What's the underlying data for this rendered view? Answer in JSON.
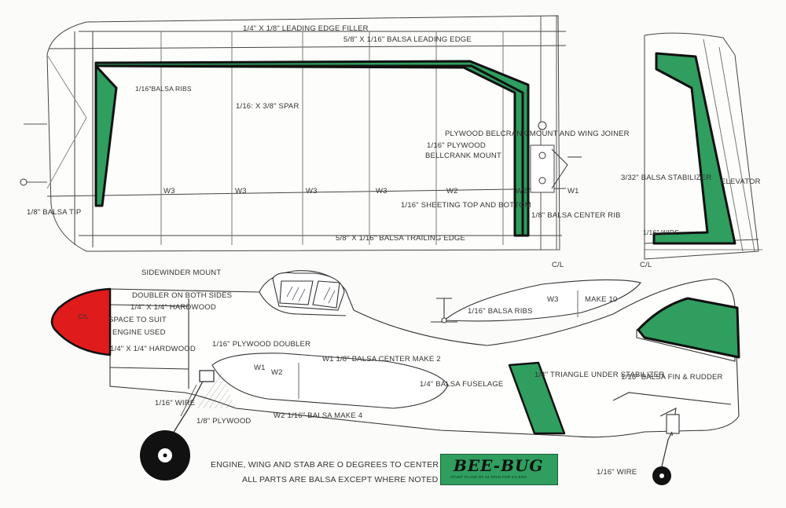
{
  "labels": {
    "leading_edge_filler": "1/4\" X 1/8\" LEADING EDGE FILLER",
    "balsa_leading_edge": "5/8\" X 1/16\" BALSA LEADING EDGE",
    "balsa_ribs_wing": "1/16\"BALSA RIBS",
    "spar": "1/16: X 3/8\" SPAR",
    "plywood_bellcrank_joiner": "PLYWOOD BELCRANK MOUNT AND WING JOINER",
    "plywood_1_16": "1/16\" PLYWOOD",
    "bellcrank_mount": "BELLCRANK MOUNT",
    "w3_a": "W3",
    "w3_b": "W3",
    "w3_c": "W3",
    "w3_d": "W3",
    "w2_a": "W2",
    "w2_b": "W2",
    "w1_a": "W1",
    "sheeting": "1/16\" SHEETING TOP AND BOTTOM",
    "center_rib_wing": "1/8\" BALSA CENTER RIB",
    "balsa_tip": "1/8\" BALSA TIP",
    "trailing_edge": "5/8\" X 1/16\" BALSA TRAILING EDGE",
    "cl_wing": "C/L",
    "cl_stab": "C/L",
    "stabilizer": "3/32\" BALSA STABILIZER",
    "elevator": "ELEVATOR",
    "wire_stab": "1/16\" WIRE",
    "sidewinder_mount": "SIDEWINDER MOUNT",
    "doubler_both_sides": "DOUBLER ON BOTH SIDES",
    "hardwood_top": "1/4\" X 1/4\" HARDWOOD",
    "space_to_suit": "SPACE TO SUIT",
    "engine_used": "ENGINE USED",
    "plywood_doubler": "1/16\" PLYWOOD DOUBLER",
    "hardwood_bottom": "1/4\" X 1/4\" HARDWOOD",
    "center_rib_make2": "W1  1/8\" BALSA CENTER  MAKE  2",
    "w1_fuse": "W1",
    "w2_fuse": "W2",
    "balsa_fuselage": "1/4\" BALSA FUSELAGE",
    "wire_gear": "1/16\" WIRE",
    "plywood_gear": "1/8\" PLYWOOD",
    "w2_make4": "W2   1/16\" BALSA  MAKE  4",
    "balsa_ribs_rib": "1/16\" BALSA RIBS",
    "w3_make10": "W3",
    "make10": "MAKE  10",
    "triangle_under_stab": "1/4\" TRIANGLE UNDER STABILIZER",
    "fin_rudder": "1/16\" BALSA FIN & RUDDER",
    "spinner": "C/L",
    "engine_wing_stab_note": "ENGINE, WING AND STAB ARE O DEGREES TO CENTER LINE",
    "all_parts_note": "ALL PARTS ARE BALSA EXCEPT WHERE NOTED",
    "wire_tail": "1/16\" WIRE"
  },
  "logo": {
    "brand": "BEE-BUG",
    "fine_print": "STUNT PLANS OF 22 SPAN FOR 0.5 ENG"
  },
  "colors": {
    "green": "#2f9e5e",
    "red": "#e01b1b",
    "ink": "#2b2b2b"
  }
}
